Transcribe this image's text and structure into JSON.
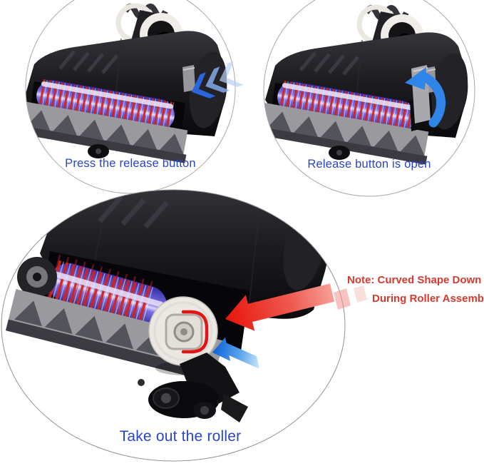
{
  "steps": [
    {
      "caption": "Press the release button"
    },
    {
      "caption": "Release button is open"
    },
    {
      "caption": "Take out the roller"
    }
  ],
  "note": {
    "line1": "Note: Curved Shape Down",
    "line2": "During Roller Assembly"
  },
  "colors": {
    "caption_text": "#2946c8",
    "note_text": "#d43a2f",
    "arrow_red": "#e8251a",
    "arrow_blue": "#2f86e8",
    "chevron_blue": "#2b66dd",
    "roller_blue": "#7e6fe2",
    "brush_red": "#d2231e",
    "machine_dark": "#1b1b1f",
    "baseplate_gray": "#9a9a9e",
    "end_cap_white": "#ebe8e3"
  }
}
